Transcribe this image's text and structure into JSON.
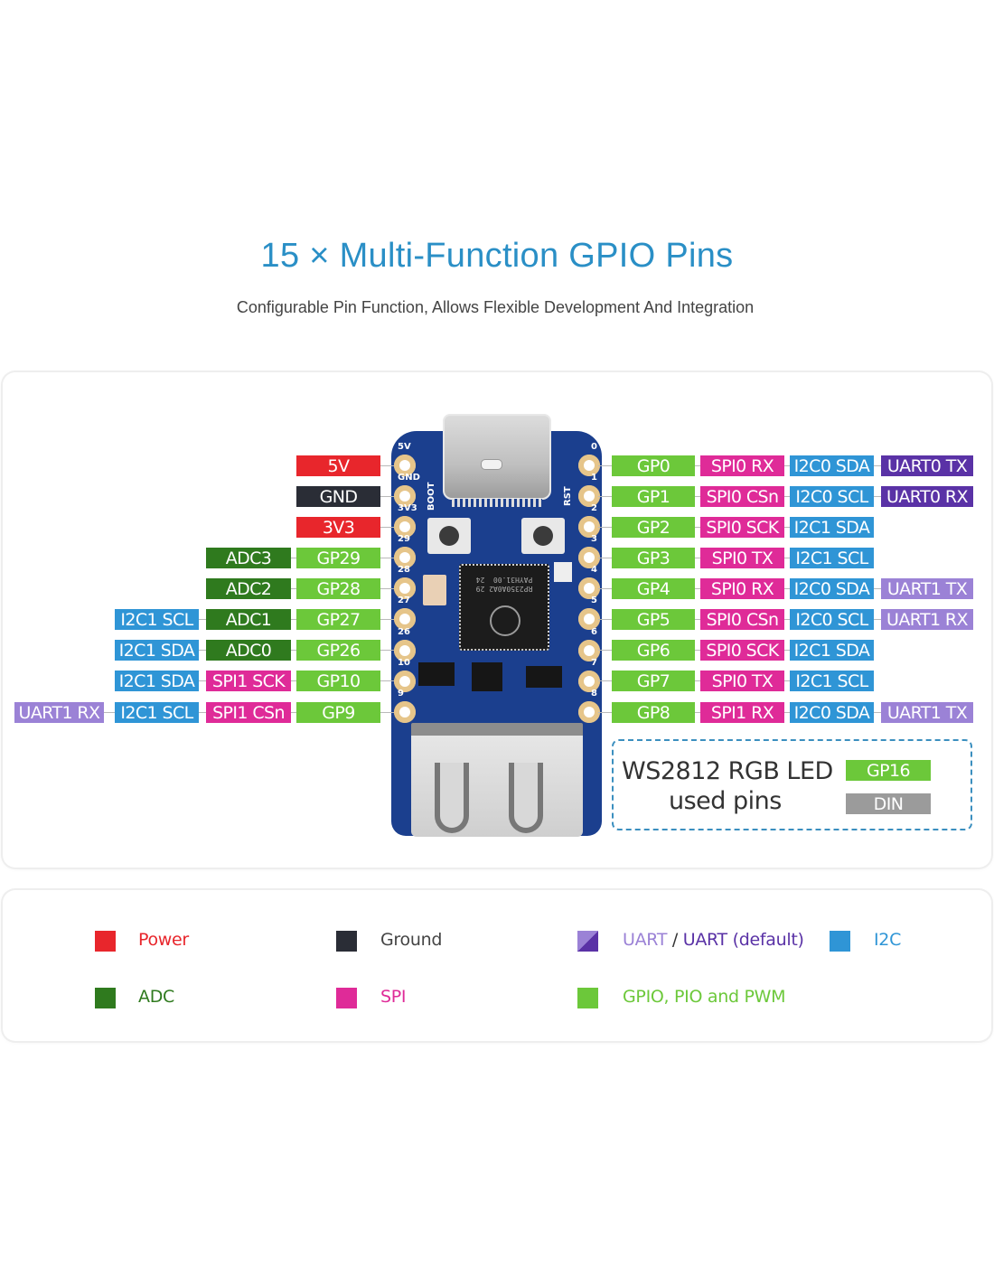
{
  "header": {
    "title": "15 × Multi-Function GPIO Pins",
    "subtitle": "Configurable Pin Function, Allows Flexible Development And Integration"
  },
  "colors": {
    "power": "#e8262c",
    "ground": "#2a2d36",
    "adc": "#2f7a1e",
    "gpio": "#6cc83a",
    "spi": "#df2b98",
    "i2c": "#2f95d6",
    "uart": "#9b82d6",
    "uart_default": "#5a32a6",
    "din": "#9b9b9b",
    "title": "#2a8fc6"
  },
  "board": {
    "left_silk": [
      "5V",
      "GND",
      "3V3",
      "29",
      "28",
      "27",
      "26",
      "10",
      "9"
    ],
    "right_silk": [
      "0",
      "1",
      "2",
      "3",
      "4",
      "5",
      "6",
      "7",
      "8"
    ],
    "button_labels": [
      "BOOT",
      "RST"
    ],
    "chip_text": "RP2350A0A2 29\nPAYH31.00  24"
  },
  "left_pins": [
    {
      "pin": {
        "text": "5V",
        "type": "power"
      },
      "functions": []
    },
    {
      "pin": {
        "text": "GND",
        "type": "ground"
      },
      "functions": []
    },
    {
      "pin": {
        "text": "3V3",
        "type": "power"
      },
      "functions": []
    },
    {
      "pin": {
        "text": "GP29",
        "type": "gpio"
      },
      "functions": [
        {
          "text": "ADC3",
          "type": "adc"
        }
      ]
    },
    {
      "pin": {
        "text": "GP28",
        "type": "gpio"
      },
      "functions": [
        {
          "text": "ADC2",
          "type": "adc"
        }
      ]
    },
    {
      "pin": {
        "text": "GP27",
        "type": "gpio"
      },
      "functions": [
        {
          "text": "ADC1",
          "type": "adc"
        },
        {
          "text": "I2C1 SCL",
          "type": "i2c"
        }
      ]
    },
    {
      "pin": {
        "text": "GP26",
        "type": "gpio"
      },
      "functions": [
        {
          "text": "ADC0",
          "type": "adc"
        },
        {
          "text": "I2C1 SDA",
          "type": "i2c"
        }
      ]
    },
    {
      "pin": {
        "text": "GP10",
        "type": "gpio"
      },
      "functions": [
        {
          "text": "SPI1 SCK",
          "type": "spi"
        },
        {
          "text": "I2C1 SDA",
          "type": "i2c"
        }
      ]
    },
    {
      "pin": {
        "text": "GP9",
        "type": "gpio"
      },
      "functions": [
        {
          "text": "SPI1 CSn",
          "type": "spi"
        },
        {
          "text": "I2C1 SCL",
          "type": "i2c"
        },
        {
          "text": "UART1 RX",
          "type": "uart"
        }
      ]
    }
  ],
  "right_pins": [
    {
      "pin": {
        "text": "GP0",
        "type": "gpio"
      },
      "functions": [
        {
          "text": "SPI0 RX",
          "type": "spi"
        },
        {
          "text": "I2C0 SDA",
          "type": "i2c"
        },
        {
          "text": "UART0 TX",
          "type": "uart_default"
        }
      ]
    },
    {
      "pin": {
        "text": "GP1",
        "type": "gpio"
      },
      "functions": [
        {
          "text": "SPI0 CSn",
          "type": "spi"
        },
        {
          "text": "I2C0 SCL",
          "type": "i2c"
        },
        {
          "text": "UART0 RX",
          "type": "uart_default"
        }
      ]
    },
    {
      "pin": {
        "text": "GP2",
        "type": "gpio"
      },
      "functions": [
        {
          "text": "SPI0 SCK",
          "type": "spi"
        },
        {
          "text": "I2C1 SDA",
          "type": "i2c"
        }
      ]
    },
    {
      "pin": {
        "text": "GP3",
        "type": "gpio"
      },
      "functions": [
        {
          "text": "SPI0 TX",
          "type": "spi"
        },
        {
          "text": "I2C1 SCL",
          "type": "i2c"
        }
      ]
    },
    {
      "pin": {
        "text": "GP4",
        "type": "gpio"
      },
      "functions": [
        {
          "text": "SPI0 RX",
          "type": "spi"
        },
        {
          "text": "I2C0 SDA",
          "type": "i2c"
        },
        {
          "text": "UART1 TX",
          "type": "uart"
        }
      ]
    },
    {
      "pin": {
        "text": "GP5",
        "type": "gpio"
      },
      "functions": [
        {
          "text": "SPI0 CSn",
          "type": "spi"
        },
        {
          "text": "I2C0 SCL",
          "type": "i2c"
        },
        {
          "text": "UART1 RX",
          "type": "uart"
        }
      ]
    },
    {
      "pin": {
        "text": "GP6",
        "type": "gpio"
      },
      "functions": [
        {
          "text": "SPI0 SCK",
          "type": "spi"
        },
        {
          "text": "I2C1 SDA",
          "type": "i2c"
        }
      ]
    },
    {
      "pin": {
        "text": "GP7",
        "type": "gpio"
      },
      "functions": [
        {
          "text": "SPI0 TX",
          "type": "spi"
        },
        {
          "text": "I2C1 SCL",
          "type": "i2c"
        }
      ]
    },
    {
      "pin": {
        "text": "GP8",
        "type": "gpio"
      },
      "functions": [
        {
          "text": "SPI1 RX",
          "type": "spi"
        },
        {
          "text": "I2C0 SDA",
          "type": "i2c"
        },
        {
          "text": "UART1 TX",
          "type": "uart"
        }
      ]
    }
  ],
  "ws2812": {
    "line1": "WS2812 RGB LED",
    "line2": "used pins",
    "pin": {
      "text": "GP16",
      "type": "gpio"
    },
    "signal": {
      "text": "DIN",
      "type": "din"
    }
  },
  "legend": [
    {
      "label": "Power",
      "type": "power",
      "text_color": "#e8262c"
    },
    {
      "label": "Ground",
      "type": "ground",
      "text_color": "#444444"
    },
    {
      "label_a": "UART",
      "sep": " / ",
      "label_b": "UART (default)",
      "type": "uart_split",
      "text_color": "#9b82d6",
      "text_color_b": "#5a32a6"
    },
    {
      "label": "I2C",
      "type": "i2c",
      "text_color": "#2f95d6"
    },
    {
      "label": "ADC",
      "type": "adc",
      "text_color": "#2f7a1e"
    },
    {
      "label": "SPI",
      "type": "spi",
      "text_color": "#df2b98"
    },
    {
      "label": "GPIO, PIO and PWM",
      "type": "gpio",
      "text_color": "#6cc83a"
    }
  ]
}
